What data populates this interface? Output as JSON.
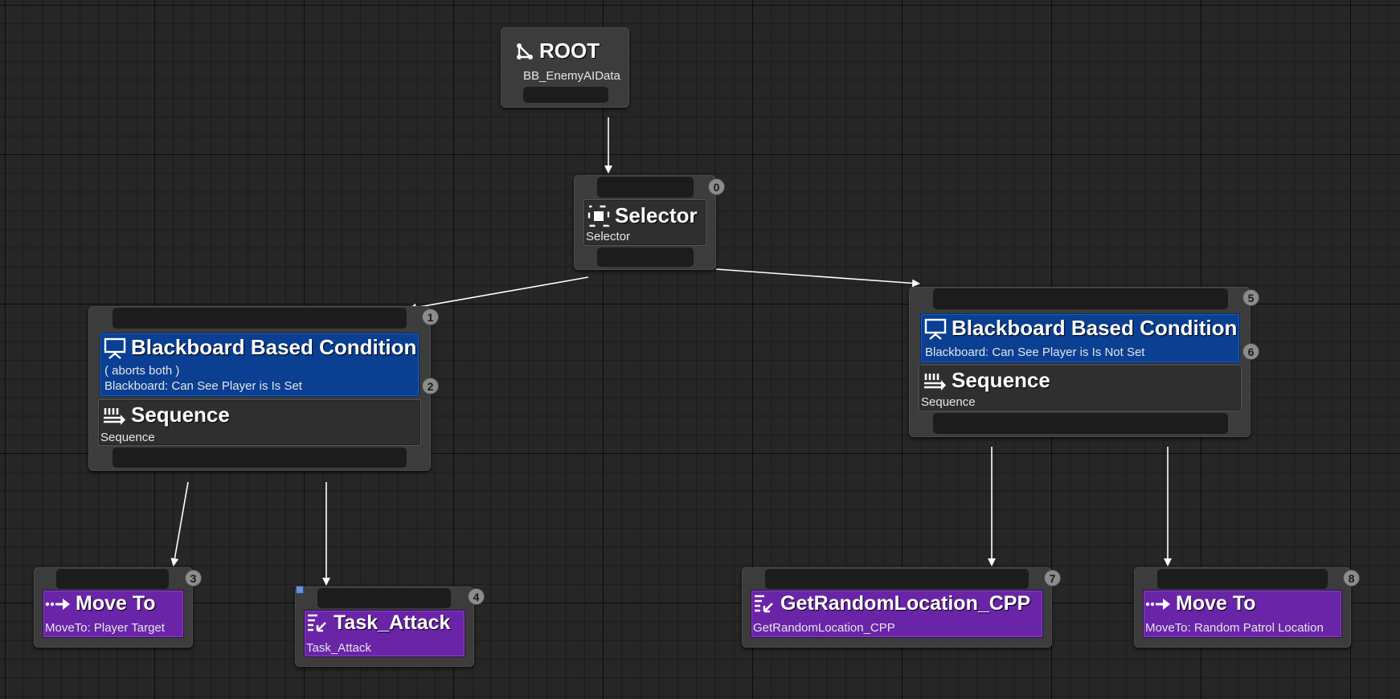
{
  "graph": {
    "root": {
      "title": "ROOT",
      "subtitle": "BB_EnemyAIData",
      "icon": "root-branch-icon"
    },
    "selector": {
      "index": "0",
      "title": "Selector",
      "subtitle": "Selector",
      "icon": "selector-icon"
    },
    "left_branch": {
      "index": "1",
      "decorator": {
        "index": "2",
        "title": "Blackboard Based Condition",
        "line1": "( aborts both )",
        "line2": "Blackboard: Can See Player is Is Set",
        "icon": "blackboard-icon"
      },
      "composite": {
        "title": "Sequence",
        "subtitle": "Sequence",
        "icon": "sequence-icon"
      }
    },
    "right_branch": {
      "index": "5",
      "decorator": {
        "index": "6",
        "title": "Blackboard Based Condition",
        "line1": "Blackboard: Can See Player is Is Not Set",
        "icon": "blackboard-icon"
      },
      "composite": {
        "title": "Sequence",
        "subtitle": "Sequence",
        "icon": "sequence-icon"
      }
    },
    "tasks": [
      {
        "index": "3",
        "title": "Move To",
        "subtitle": "MoveTo: Player Target",
        "icon": "move-to-icon"
      },
      {
        "index": "4",
        "title": "Task_Attack",
        "subtitle": "Task_Attack",
        "icon": "task-icon"
      },
      {
        "index": "7",
        "title": "GetRandomLocation_CPP",
        "subtitle": "GetRandomLocation_CPP",
        "icon": "task-icon"
      },
      {
        "index": "8",
        "title": "Move To",
        "subtitle": "MoveTo: Random Patrol Location",
        "icon": "move-to-icon"
      }
    ],
    "colors": {
      "background": "#262626",
      "node": "#3c3c3c",
      "decorator": "#0a3f92",
      "task": "#6a24a8",
      "wire": "#ffffff"
    }
  }
}
